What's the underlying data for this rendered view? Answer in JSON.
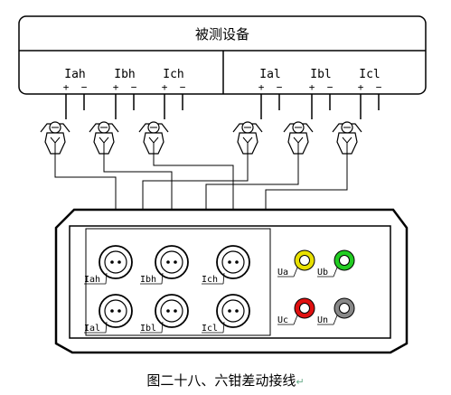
{
  "device": {
    "title": "被测设备",
    "terminals": [
      "Iah",
      "Ibh",
      "Ich",
      "Ial",
      "Ibl",
      "Icl"
    ],
    "plus": "+",
    "minus": "−"
  },
  "panel": {
    "current_ports": [
      "Iah",
      "Ibh",
      "Ich",
      "Ial",
      "Ibl",
      "Icl"
    ],
    "voltage_ports": [
      {
        "label": "Ua",
        "color": "#e8e000"
      },
      {
        "label": "Ub",
        "color": "#22cc22"
      },
      {
        "label": "Uc",
        "color": "#e01010"
      },
      {
        "label": "Un",
        "color": "#888888"
      }
    ]
  },
  "caption": "图二十八、六钳差动接线",
  "caption_mark": "↵"
}
